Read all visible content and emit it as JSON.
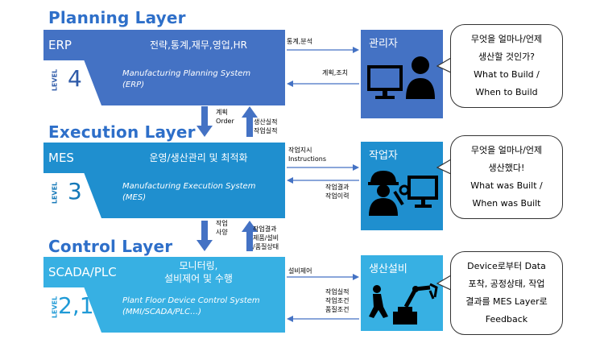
{
  "layers": [
    {
      "title": "Planning Layer",
      "system": "ERP",
      "description": "전략,통계,재무,영업,HR",
      "level_word": "LEVEL",
      "level": "4",
      "subtitle_line1": "Manufacturing Planning System",
      "subtitle_line2": "(ERP)",
      "role": "관리자",
      "arrow_right_label": "통계,분석",
      "arrow_left_label": "계획,조치",
      "bubble": [
        "무엇을 얼마나/언제",
        "생산할 것인가?",
        "What to Build /",
        "When to Build"
      ]
    },
    {
      "title": "Execution Layer",
      "system": "MES",
      "description": "운영/생산관리 및 최적화",
      "level_word": "LEVEL",
      "level": "3",
      "subtitle_line1": "Manufacturing Execution System",
      "subtitle_line2": "(MES)",
      "role": "작업자",
      "arrow_right_label_1": "작업지시",
      "arrow_right_label_2": "Instructions",
      "arrow_left_label_1": "작업결과",
      "arrow_left_label_2": "작업이력",
      "bubble": [
        "무엇을 얼마나/언제",
        "생산했다!",
        "What was Built /",
        "When was Built"
      ]
    },
    {
      "title": "Control Layer",
      "system": "SCADA/PLC",
      "description_1": "모니터링,",
      "description_2": "설비제어 및 수행",
      "level_word": "LEVEL",
      "level": "2,1",
      "subtitle_line1": "Plant Floor Device Control System",
      "subtitle_line2": "(MMI/SCADA/PLC…)",
      "role": "생산설비",
      "arrow_right_label": "설비제어",
      "arrow_left_label_1": "작업실적",
      "arrow_left_label_2": "작업조건",
      "arrow_left_label_3": "품질조건",
      "bubble": [
        "Device로부터 Data",
        "포착, 공정상태, 작업",
        "결과를 MES Layer로",
        "Feedback"
      ]
    }
  ],
  "between": {
    "plan_exec_down_1": "계획",
    "plan_exec_down_2": "Order",
    "plan_exec_up_1": "생산실적",
    "plan_exec_up_2": "작업실적",
    "exec_ctrl_down_1": "작업",
    "exec_ctrl_down_2": "사양",
    "exec_ctrl_up_1": "작업결과",
    "exec_ctrl_up_2": "제품/설비",
    "exec_ctrl_up_3": "/품질상태"
  },
  "colors": {
    "planning": "#4472c4",
    "execution": "#1f8fcf",
    "control": "#37b0e3",
    "level_planning": "#2e5aa8",
    "level_execution": "#1478b8",
    "level_control": "#1f9ad6",
    "title": "#2e6fc9",
    "arrow": "#4472c4"
  }
}
